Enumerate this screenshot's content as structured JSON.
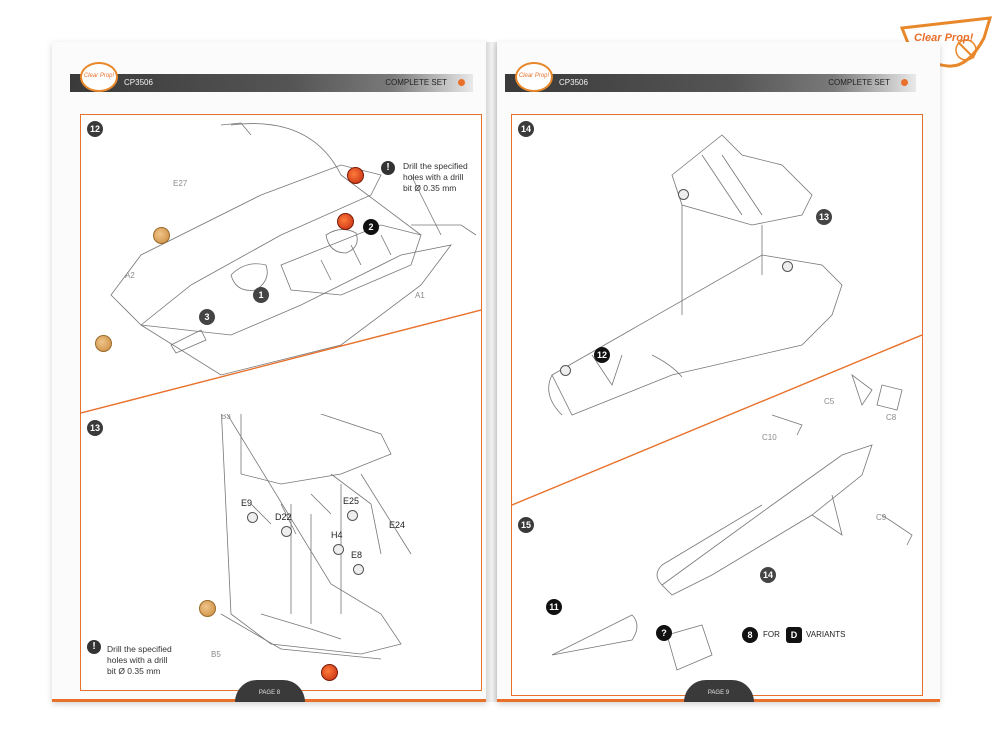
{
  "brand": {
    "logo_text": "Clear Prop!"
  },
  "left_page": {
    "header": {
      "code": "CP3506",
      "set": "COMPLETE SET",
      "logo_text": "Clear Prop!"
    },
    "page_label": "PAGE 8",
    "step12": {
      "number": "12",
      "note": {
        "line1": "Drill the specified",
        "line2": "holes with a drill",
        "line3": "bit Ø 0.35 mm"
      },
      "parts": {
        "e27": "E27",
        "a2": "A2",
        "a1": "A1"
      },
      "bubbles": {
        "b1": "1",
        "b2": "2",
        "b3": "3"
      }
    },
    "step13": {
      "number": "13",
      "note": {
        "line1": "Drill the specified",
        "line2": "holes with a drill",
        "line3": "bit Ø 0.35 mm"
      },
      "parts": {
        "b3": "B3",
        "e9": "E9",
        "d22": "D22",
        "e25": "E25",
        "e24": "E24",
        "h4": "H4",
        "e8": "E8",
        "b5": "B5"
      }
    }
  },
  "right_page": {
    "header": {
      "code": "CP3506",
      "set": "COMPLETE SET",
      "logo_text": "Clear Prop!"
    },
    "page_label": "PAGE 9",
    "step14": {
      "number": "14",
      "bubbles": {
        "b13": "13",
        "b12": "12"
      }
    },
    "step15": {
      "number": "15",
      "parts": {
        "c5": "C5",
        "c8": "C8",
        "c10": "C10",
        "c9": "C9"
      },
      "bubbles": {
        "b14": "14",
        "b11": "11",
        "b8": "8",
        "bq": "?",
        "bd": "D"
      },
      "variant_for": "FOR",
      "variant_word": "VARIANTS"
    }
  },
  "colors": {
    "accent": "#e8702a",
    "header_dark": "#3a3a3a",
    "drill_red": "#d0321a",
    "drill_tan": "#d39a55"
  },
  "icons": [
    "exclamation-icon",
    "drill-icon",
    "question-icon",
    "variant-d-icon",
    "logo-propeller-icon"
  ]
}
